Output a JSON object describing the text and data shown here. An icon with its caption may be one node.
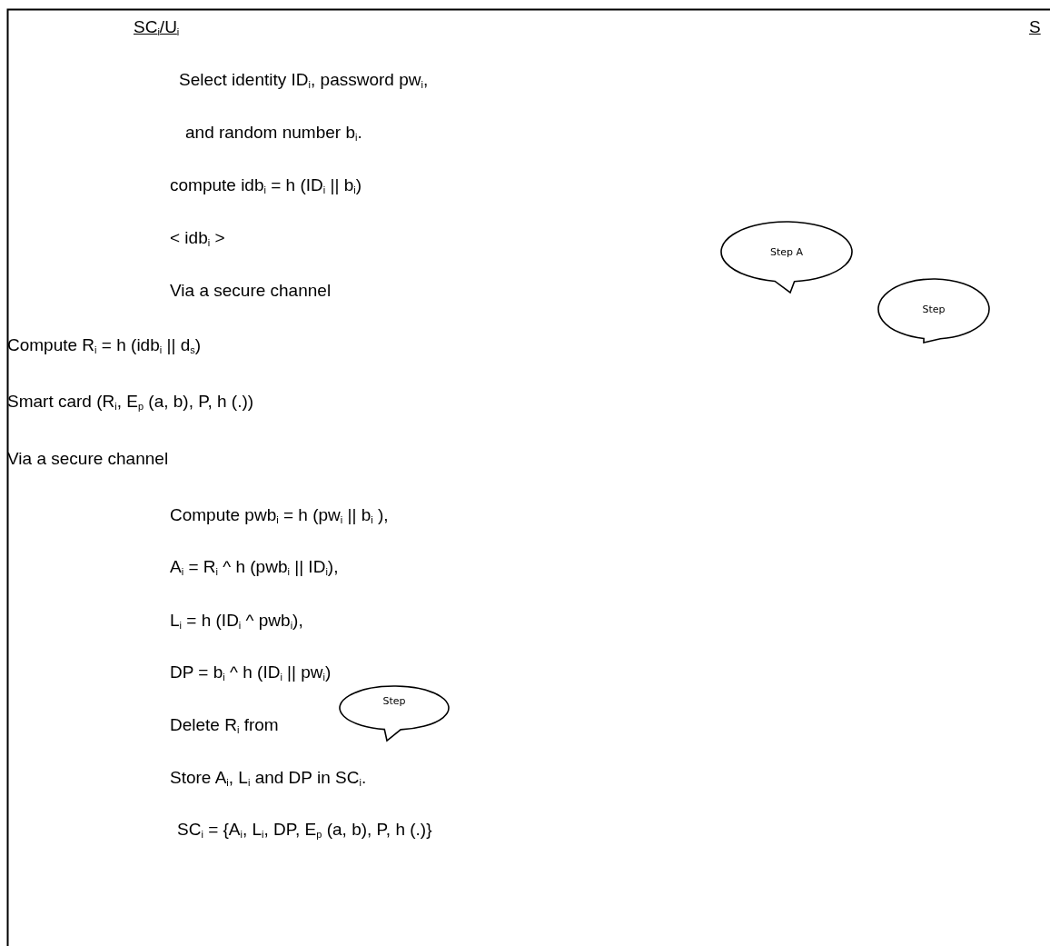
{
  "diagram": {
    "nodes": [
      {
        "text": [
          "Step A"
        ]
      },
      {
        "text": [
          "Step"
        ]
      },
      {
        "text": [
          "Step"
        ]
      }
    ],
    "labels": [
      "SC$_{i}$/U$_{i}$",
      "S",
      "Select identity ID$_{i}$, password pw$_{i}$,",
      "and random number b$_{i}$.",
      "compute idb$_{i}$ = h (ID$_{i}$ || b$_{i}$)",
      "< idb$_{i}$ >",
      "Via a secure channel",
      "Compute R$_{i}$ = h (idb$_{i}$ || d$_{s}$)",
      "Smart card (R$_{i}$, E$_{p}$ (a, b), P, h (.))",
      "Via a secure channel",
      "Compute pwb$_{i}$ = h (pw$_{i}$ || b$_{i}$ ),",
      "A$_{i}$ = R$_{i}$ ^ h (pwb$_{i}$ || ID$_{i}$),",
      "L$_{i}$ = h (ID$_{i}$ ^ pwb$_{i}$),",
      "DP = b$_{i}$ ^ h (ID$_{i}$ || pw$_{i}$)",
      "Delete R$_{i}$ from",
      "Store A$_{i}$, L$_{i}$ and DP in SC$_{i}$.",
      "SC$_{i}$ = {A$_{i}$, L$_{i}$, DP, E$_{p}$ (a, b), P, h (.)}"
    ]
  }
}
